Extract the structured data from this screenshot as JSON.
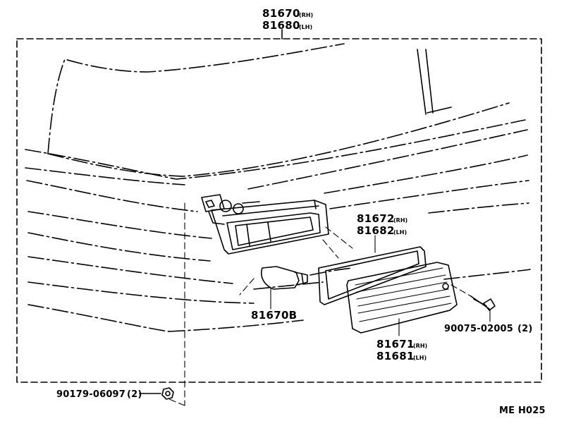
{
  "diagram": {
    "code": "ME H025",
    "parts": {
      "lamp_assy": {
        "numbers": [
          "81670",
          "81680"
        ],
        "suffixes": [
          "(RH)",
          "(LH)"
        ]
      },
      "gasket": {
        "numbers": [
          "81672",
          "81682"
        ],
        "suffixes": [
          "(RH)",
          "(LH)"
        ]
      },
      "lens": {
        "numbers": [
          "81671",
          "81681"
        ],
        "suffixes": [
          "(RH)",
          "(LH)"
        ]
      },
      "bulb": {
        "number": "81670B"
      },
      "screw": {
        "number": "90075-02005",
        "qty": "(2)"
      },
      "nut": {
        "number": "90179-06097",
        "qty": "(2)"
      }
    }
  }
}
